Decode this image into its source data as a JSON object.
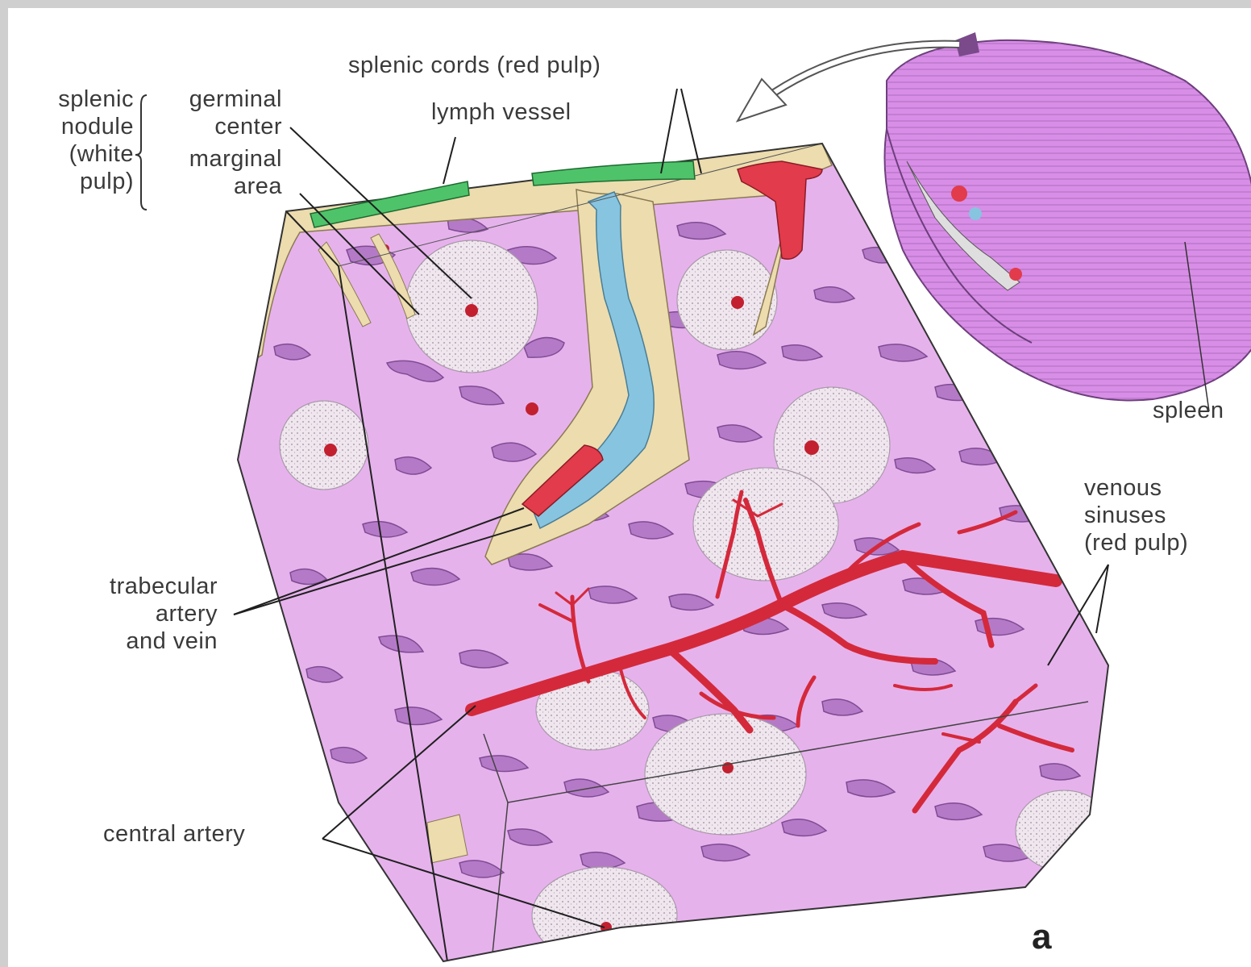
{
  "labels": {
    "splenic_nodule": [
      "splenic",
      "nodule",
      "(white",
      "pulp)"
    ],
    "germinal_center": [
      "germinal",
      "center"
    ],
    "marginal_area": [
      "marginal",
      "area"
    ],
    "splenic_cords": "splenic cords (red pulp)",
    "lymph_vessel": "lymph vessel",
    "spleen": "spleen",
    "venous_sinuses": [
      "venous",
      "sinuses",
      "(red pulp)"
    ],
    "trabecular": [
      "trabecular",
      "artery",
      "and vein"
    ],
    "central_artery": "central artery",
    "panel": "a"
  },
  "colors": {
    "tissue": "#e6b2ec",
    "cord": "#b57ac7",
    "artery": "#e23b4b",
    "vein": "#87c4e0",
    "lymph": "#4fc36a",
    "capsule": "#ecdcae",
    "nodule": "#efe6ee"
  }
}
